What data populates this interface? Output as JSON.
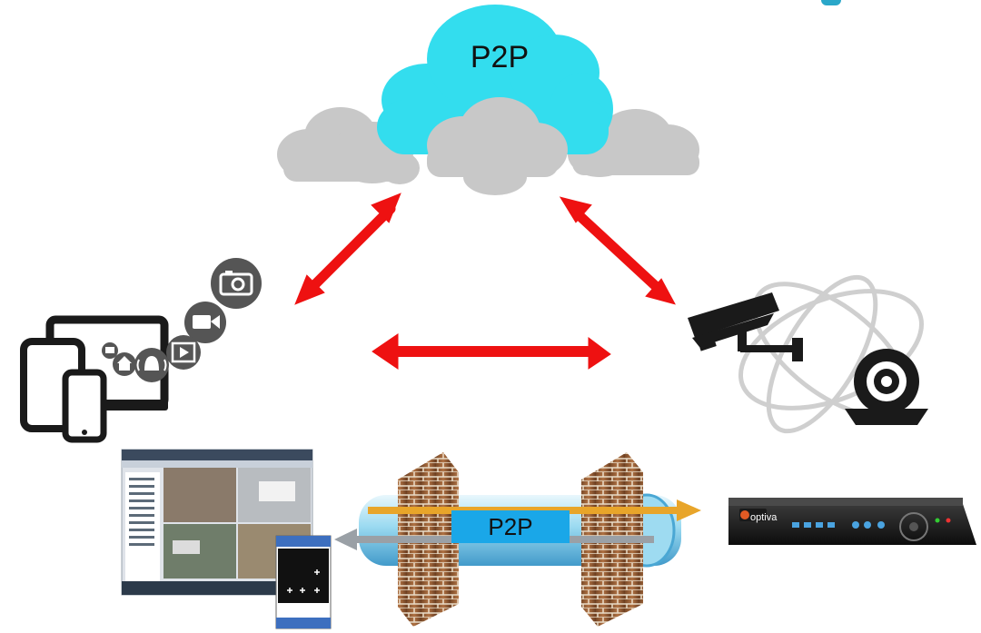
{
  "cloud": {
    "label": "P2P",
    "main_color": "#33ddee",
    "side_color": "#c8c8c8"
  },
  "tunnel": {
    "label": "P2P",
    "label_bg": "#1aa7e8"
  },
  "dvr": {
    "brand": "optiva"
  },
  "colors": {
    "arrow": "#ee1111",
    "icon_dark": "#1a1a1a",
    "bubble_gray": "#555555"
  },
  "icons": [
    "tablet-icon",
    "phone-icon",
    "laptop-icon",
    "camera-photo-icon",
    "video-camera-icon",
    "play-icon",
    "alarm-icon",
    "home-icon",
    "monitor-icon",
    "cctv-camera-icon",
    "webcam-icon",
    "dvr-recorder-icon",
    "firewall-icon"
  ]
}
